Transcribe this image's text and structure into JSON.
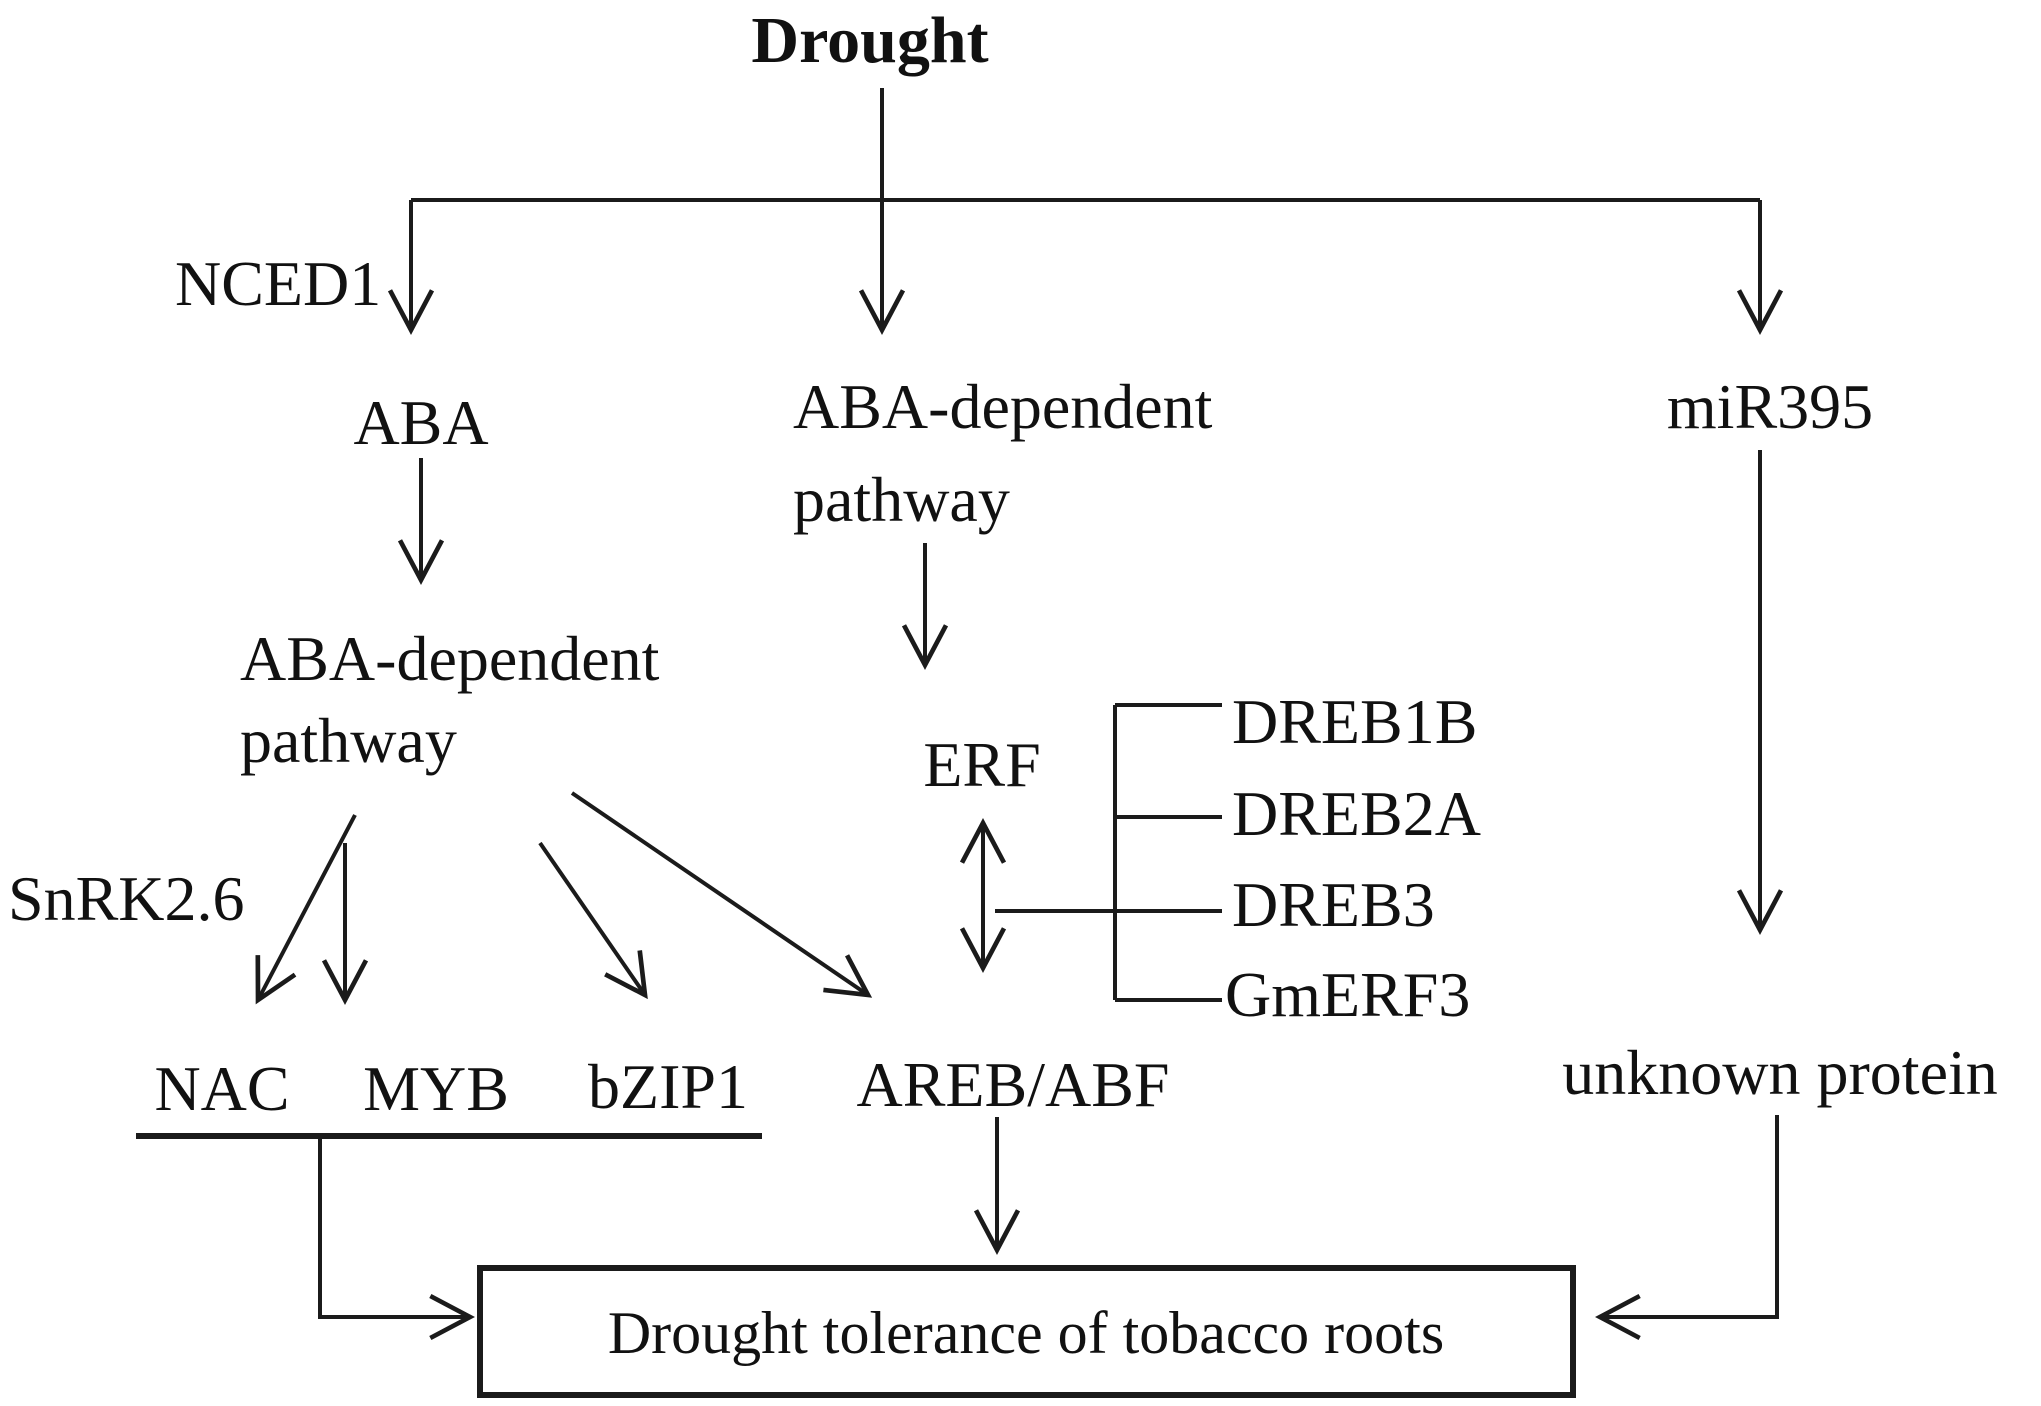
{
  "diagram": {
    "title": "Drought",
    "nodes": {
      "drought": "Drought",
      "nced1": "NCED1",
      "aba": "ABA",
      "left_pathway_line1": "ABA-dependent",
      "left_pathway_line2": "pathway",
      "mid_pathway_line1": "ABA-dependent",
      "mid_pathway_line2": "pathway",
      "snrk": "SnRK2.6",
      "nac": "NAC",
      "myb": "MYB",
      "bzip1": "bZIP1",
      "areb": "AREB/ABF",
      "erf": "ERF",
      "dreb1b": "DREB1B",
      "dreb2a": "DREB2A",
      "dreb3": "DREB3",
      "gmerf3": "GmERF3",
      "mir395": "miR395",
      "unknown": "unknown protein",
      "outcome": "Drought tolerance of tobacco roots"
    },
    "colors": {
      "line": "#1b1b1b",
      "text": "#111111",
      "background": "#ffffff"
    }
  }
}
